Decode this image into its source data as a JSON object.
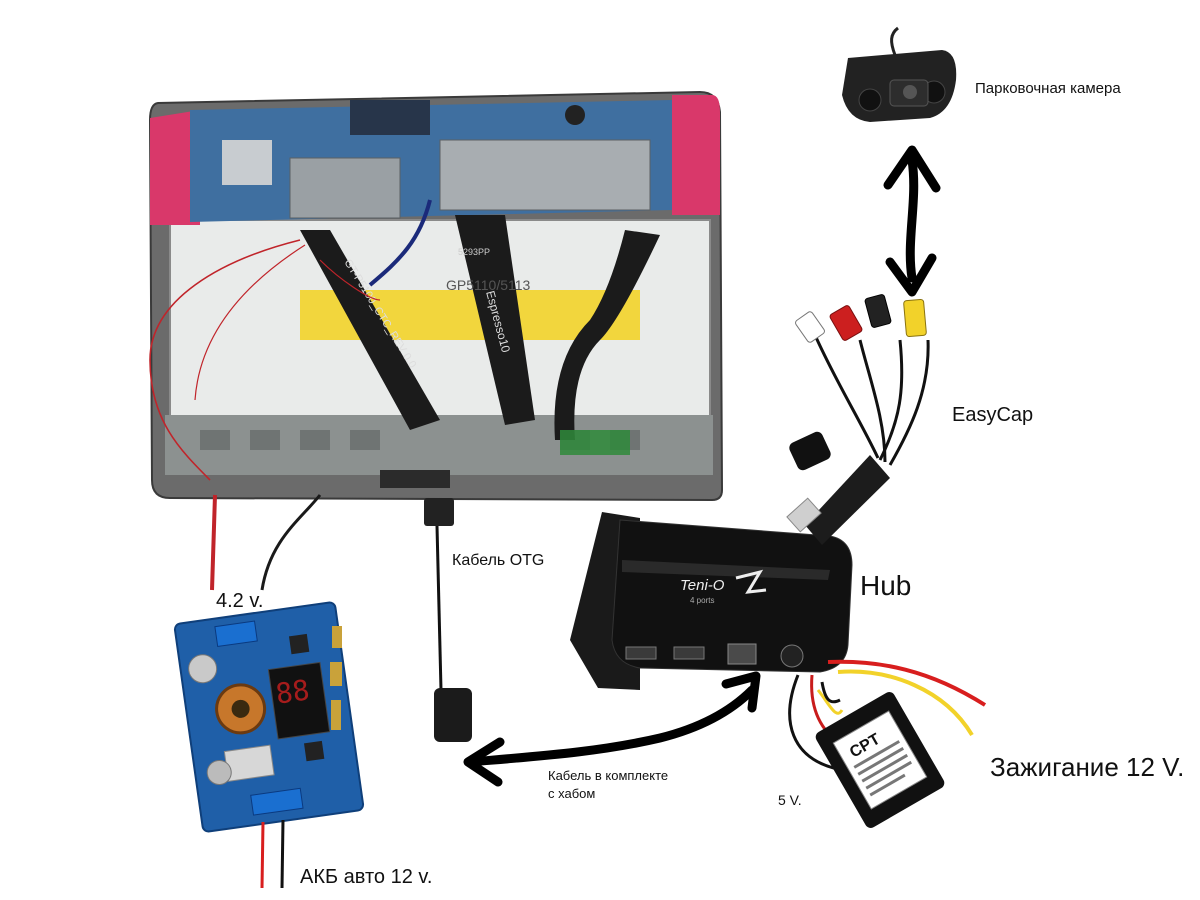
{
  "labels": {
    "parking_camera": "Парковочная камера",
    "easycap": "EasyCap",
    "hub": "Hub",
    "otg_cable": "Кабель OTG",
    "voltage_42": "4.2 v.",
    "hub_cable_line1": "Кабель в комплекте",
    "hub_cable_line2": "с хабом",
    "voltage_5": "5 V.",
    "ignition": "Зажигание 12 V.",
    "car_battery": "АКБ авто 12 v."
  },
  "board_markings": {
    "flex_left": "GT-P5100_CTC_REV 0.0",
    "flex_middle": "Espresso10",
    "lcd_text": "GP5110/5113",
    "connector_code": "5293PP",
    "hub_brand": "Teni-O",
    "hub_ports": "4 ports",
    "converter_brand": "CPT"
  },
  "colors": {
    "tablet_frame": "#5a5a5a",
    "pcb": "#3f6fa0",
    "pink_corner": "#d9386a",
    "yellow_tape": "#f3d21e",
    "buck_board": "#1f5fa8",
    "wire_red": "#d81e1e",
    "wire_yellow": "#f2d22a",
    "arrow": "#000000"
  }
}
